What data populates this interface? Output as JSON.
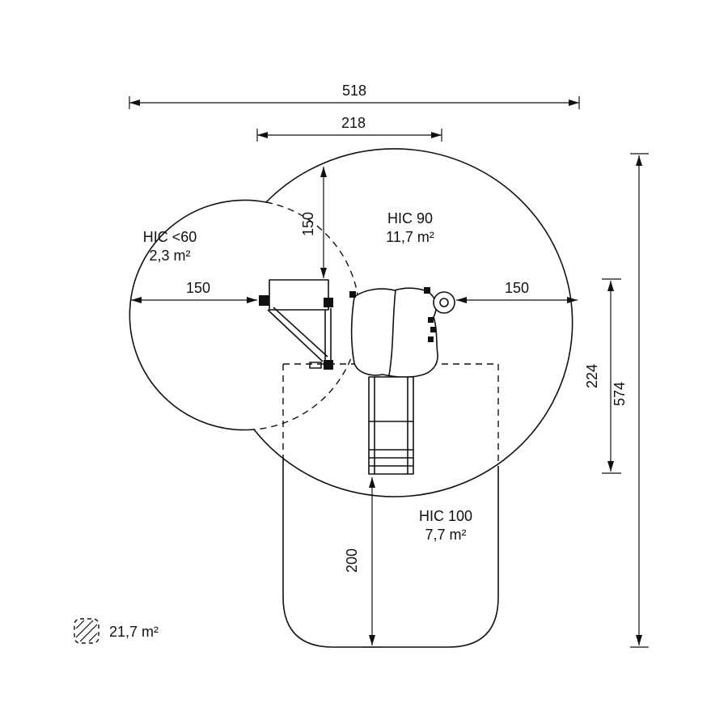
{
  "diagram": {
    "type": "playground-equipment-safety-zone-plan",
    "line_color": "#111111",
    "background": "#ffffff",
    "dimensions": {
      "w_total": "518",
      "w_inner": "218",
      "h_upper": "150",
      "w_left": "150",
      "w_right": "150",
      "h_inner": "224",
      "h_total": "574",
      "h_lower": "200"
    },
    "zones": {
      "hic_lt60": {
        "label": "HIC <60",
        "area": "2,3 m²"
      },
      "hic_90": {
        "label": "HIC 90",
        "area": "11,7 m²"
      },
      "hic_100": {
        "label": "HIC 100",
        "area": "7,7 m²"
      }
    },
    "legend": {
      "total_area": "21,7 m²"
    }
  }
}
